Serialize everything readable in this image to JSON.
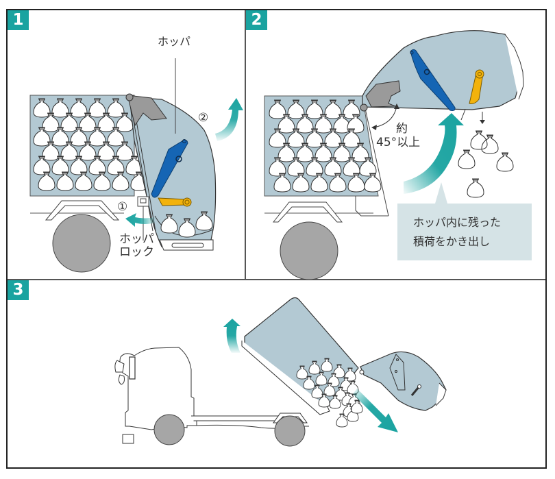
{
  "figure": {
    "title": "",
    "colors": {
      "accent_teal": "#1aa3a0",
      "body_blue_gray": "#b3c9d3",
      "packer_blue": "#1565b4",
      "arm_yellow": "#f2b20c",
      "lock_gray": "#9a9a9a",
      "wheel_gray": "#a6a6a6",
      "callout_bg": "#d5e3e6",
      "border": "#222222"
    },
    "steps": [
      {
        "number": "1",
        "labels": {
          "hopper": "ホッパ",
          "step_marker_1": "①",
          "step_marker_2": "②",
          "hopper_lock_line1": "ホッパ",
          "hopper_lock_line2": "ロック"
        },
        "icons": [
          "rotate-arrow-up-icon",
          "rotate-arrow-left-icon",
          "garbage-bag-icon",
          "wheel-icon",
          "hopper-icon",
          "lock-icon"
        ]
      },
      {
        "number": "2",
        "labels": {
          "angle_line1": "約",
          "angle_line2": "45°以上",
          "callout_line1": "ホッパ内に残った",
          "callout_line2": "積荷をかき出し"
        },
        "icons": [
          "curved-arrow-up-icon",
          "angle-arrow-icon",
          "down-arrow-icon",
          "garbage-bag-icon",
          "wheel-icon"
        ]
      },
      {
        "number": "3",
        "labels": {},
        "icons": [
          "rotate-arrow-up-icon",
          "diagonal-arrow-icon",
          "truck-icon",
          "dump-body-icon",
          "garbage-bag-icon"
        ]
      }
    ]
  }
}
